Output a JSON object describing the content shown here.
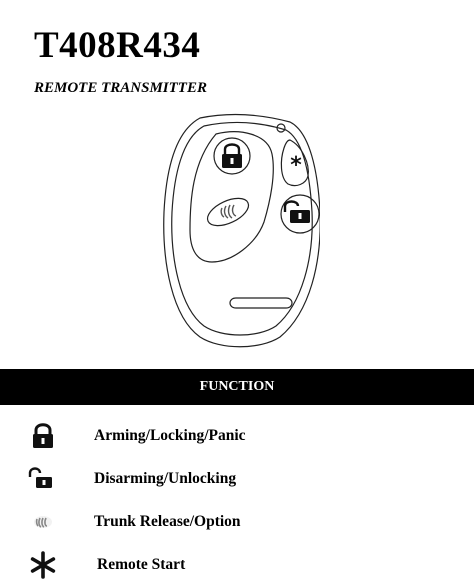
{
  "header": {
    "model": "T408R434",
    "subtitle": "REMOTE TRANSMITTER"
  },
  "function_bar": {
    "label": "FUNCTION"
  },
  "functions": [
    {
      "icon": "lock-icon",
      "label": "Arming/Locking/Panic"
    },
    {
      "icon": "unlock-icon",
      "label": "Disarming/Unlocking"
    },
    {
      "icon": "trunk-wave-icon",
      "label": "Trunk Release/Option"
    },
    {
      "icon": "asterisk-icon",
      "label": "Remote Start"
    }
  ]
}
